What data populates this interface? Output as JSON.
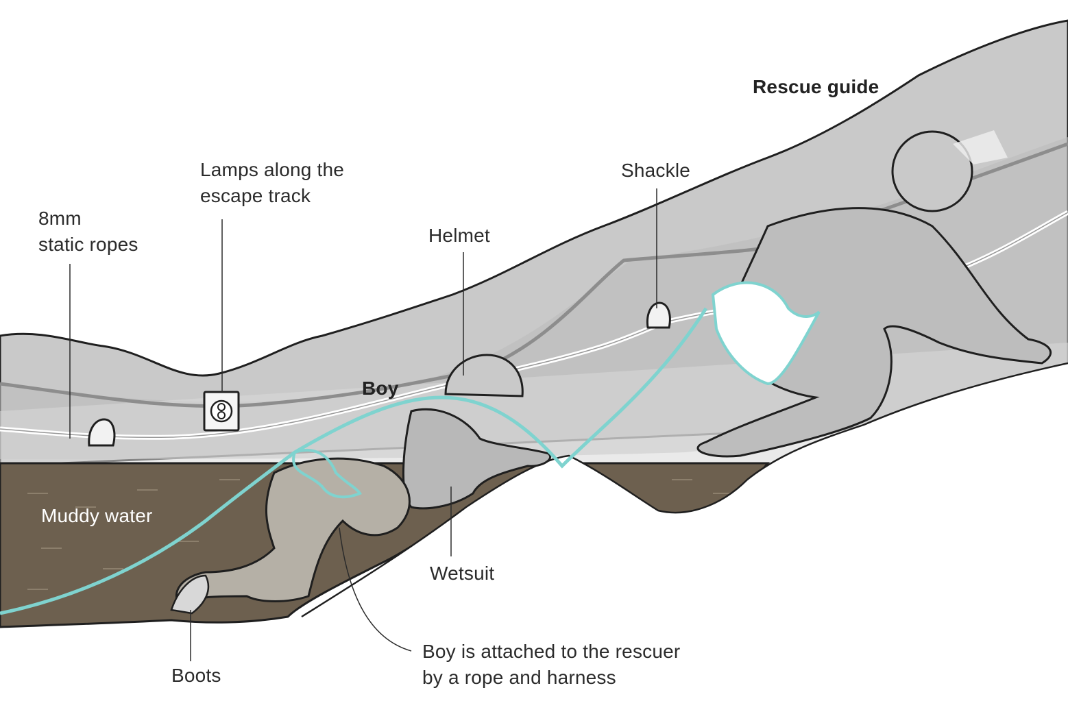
{
  "labels": {
    "rescue_guide": "Rescue guide",
    "boy": "Boy",
    "lamps": "Lamps along the\nescape track",
    "ropes": "8mm\nstatic ropes",
    "helmet": "Helmet",
    "shackle": "Shackle",
    "muddy_water": "Muddy water",
    "wetsuit": "Wetsuit",
    "boots": "Boots",
    "attached": "Boy is attached to the rescuer\nby a rope and harness"
  },
  "colors": {
    "rock": "#c8c8c8",
    "rock_dark": "#b4b4b4",
    "air": "#dcdcdc",
    "water": "#6e6150",
    "harness": "#7fd3cf",
    "figure": "#bdbdbd",
    "outline": "#222222"
  }
}
